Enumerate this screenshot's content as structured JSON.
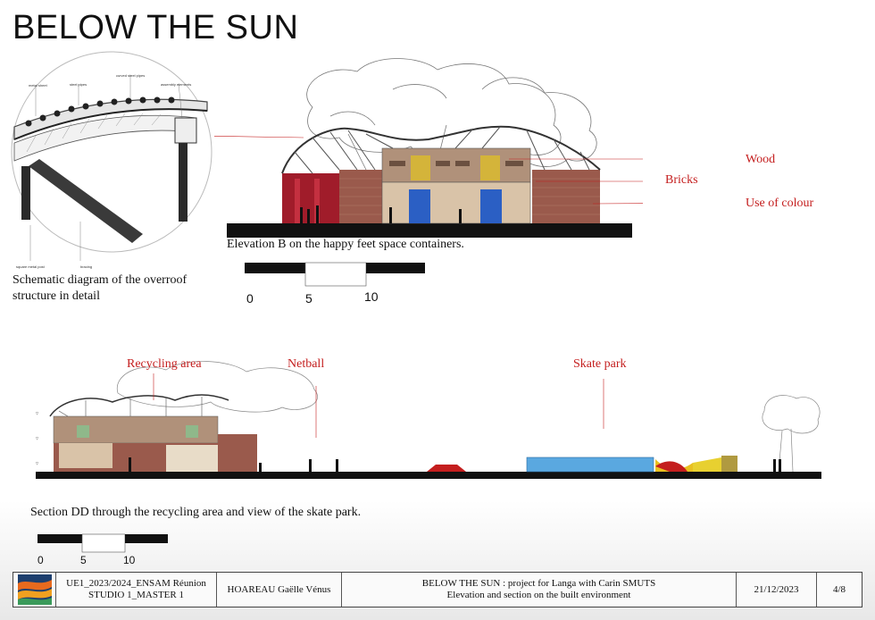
{
  "title": "BELOW THE SUN",
  "top_section": {
    "detail_labels": {
      "metal_sheet": "metal sheet",
      "steel_pipes": "steel pipes",
      "curved_steel_pipes": "curved steel pipes",
      "assembly_elements": "assembly elements",
      "square_metal_post": "square metal post",
      "bracing": "bracing"
    },
    "detail_caption": "Schematic diagram of the overroof structure in detail",
    "material_labels": {
      "wood": "Wood",
      "bricks": "Bricks",
      "colour": "Use of colour"
    },
    "elevation_caption": "Elevation B on the happy feet space containers.",
    "scale": [
      "0",
      "5",
      "10"
    ]
  },
  "bottom_section": {
    "labels": {
      "recycling": "Recycling area",
      "netball": "Netball",
      "skate": "Skate park"
    },
    "section_caption": "Section DD through the recycling area and view of the skate park.",
    "scale": [
      "0",
      "5",
      "10"
    ]
  },
  "footer": {
    "course_line1": "UE1_2023/2024_ENSAM Réunion",
    "course_line2": "STUDIO 1_MASTER 1",
    "author": "HOAREAU Gaëlle Vénus",
    "project_line1": "BELOW THE SUN : project for Langa with Carin SMUTS",
    "project_line2": "Elevation and section on the built environment",
    "date": "21/12/2023",
    "page": "4/8"
  },
  "colors": {
    "accent_red": "#c41e1e",
    "brick": "#9a5a4c",
    "blue": "#2b5fc4",
    "yellow": "#d4b43a",
    "skate_blue": "#5aa8e0",
    "wall_beige": "#d9c3a8"
  }
}
